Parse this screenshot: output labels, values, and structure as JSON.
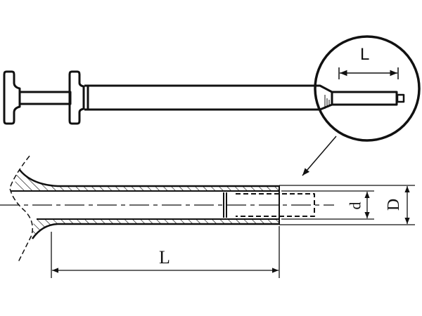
{
  "labels": {
    "detail_length": "L",
    "length": "L",
    "inner_diameter": "d",
    "outer_diameter": "D"
  },
  "colors": {
    "line": "#111111",
    "background": "#ffffff"
  }
}
